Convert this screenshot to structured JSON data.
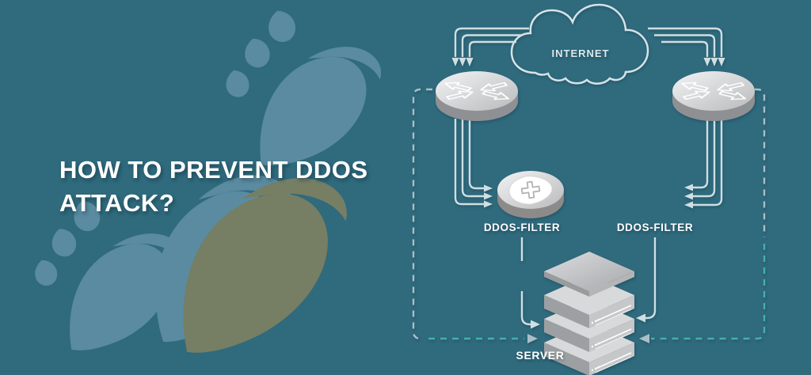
{
  "title": "HOW TO PREVENT DDOS ATTACK?",
  "labels": {
    "internet": "INTERNET",
    "filter_left": "DDOS-FILTER",
    "filter_right": "DDOS-FILTER",
    "server": "SERVER"
  },
  "icons": {
    "cloud": "internet-cloud-outline",
    "router_left": "router-cylinder-arrows",
    "router_right": "router-cylinder-arrows",
    "filter": "shield-plus-filter-cylinder",
    "server": "isometric-server-stack",
    "background": "falling-bomb-silhouettes"
  },
  "colors": {
    "background": "#2f6a7d",
    "bomb_light": "#5a8ba0",
    "bomb_olive": "#767e63",
    "line": "#cfdfe3",
    "dash_gray": "#a9bfc7",
    "dash_teal": "#44b1a7",
    "text": "#ffffff"
  }
}
